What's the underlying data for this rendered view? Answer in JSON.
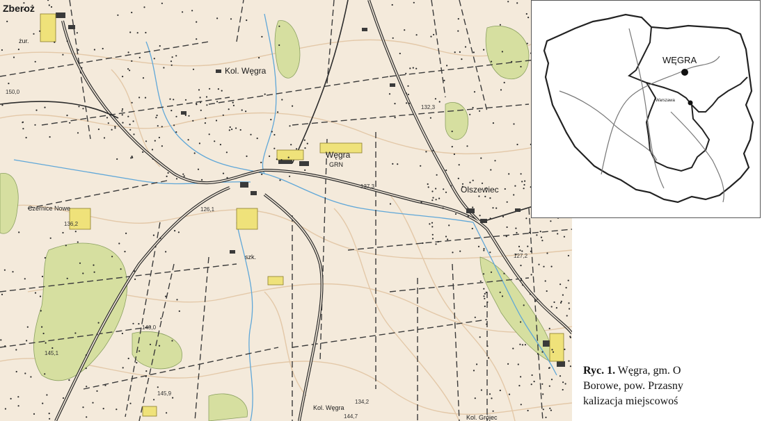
{
  "map": {
    "places": [
      {
        "id": "zberoz",
        "label": "Zberoż"
      },
      {
        "id": "kol-wegra-north",
        "label": "Kol. Węgra"
      },
      {
        "id": "wegra",
        "label": "Węgra"
      },
      {
        "id": "grn",
        "label": "GRN"
      },
      {
        "id": "olszewiec",
        "label": "Olszewiec"
      },
      {
        "id": "czernice-nowe",
        "label": "Czernice Nowe"
      },
      {
        "id": "kol-wegra-south",
        "label": "Kol. Węgra"
      },
      {
        "id": "kol-grojec",
        "label": "Kol. Grójec"
      },
      {
        "id": "szk",
        "label": "szk."
      },
      {
        "id": "zur",
        "label": "żur."
      }
    ],
    "elevations": [
      "150,0",
      "136,2",
      "126,1",
      "127,2",
      "132,3",
      "137,3",
      "143,0",
      "145,9",
      "134,2",
      "144,7",
      "145,1"
    ]
  },
  "inset": {
    "main_label": "WĘGRA",
    "city_label": "Warszawa"
  },
  "caption": {
    "figure_label": "Ryc. 1.",
    "line1_text": " Węgra, gm. O",
    "line2": "Borowe, pow. Przasny",
    "line3": "kalizacja miejscowoś"
  },
  "colors": {
    "map_background": "#f4eadb",
    "forest": "#d6dfa0",
    "water": "#5fa7d8",
    "road": "#2b2b2b",
    "contour": "#e3c8a8"
  }
}
